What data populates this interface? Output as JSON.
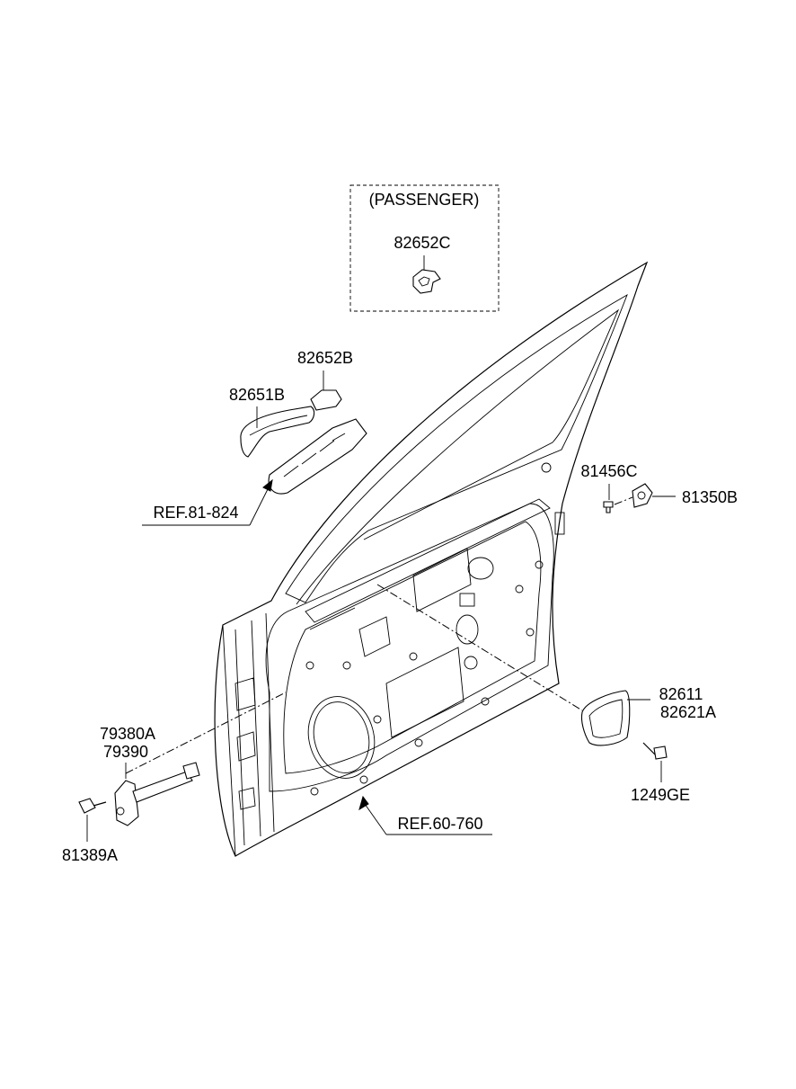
{
  "inset": {
    "title": "(PASSENGER)",
    "part": "82652C"
  },
  "parts": {
    "p82652B": "82652B",
    "p82651B": "82651B",
    "ref81": "REF.81-824",
    "p81456C": "81456C",
    "p81350B": "81350B",
    "p82611": "82611",
    "p82621A": "82621A",
    "p1249GE": "1249GE",
    "p79380A": "79380A",
    "p79390": "79390",
    "p81389A": "81389A",
    "ref60": "REF.60-760"
  }
}
